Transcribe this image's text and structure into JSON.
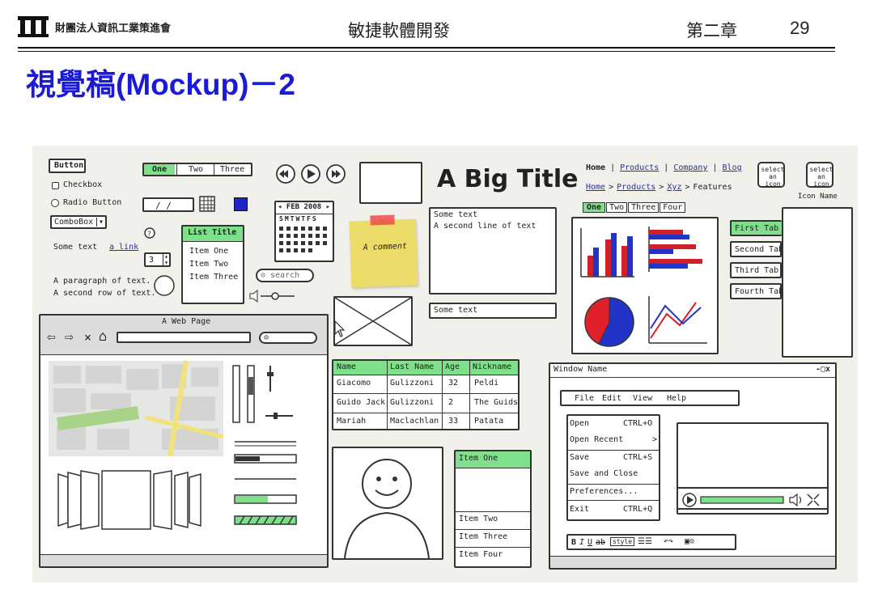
{
  "header": {
    "org": "財團法人資訊工業策進會",
    "center": "敏捷軟體開發",
    "chapter": "第二章",
    "page": "29"
  },
  "slide_title": "視覺稿(Mockup)－2",
  "mockup": {
    "button": "Button",
    "checkbox": "Checkbox",
    "radio": "Radio Button",
    "combobox": "ComboBox",
    "tabs_top": [
      "One",
      "Two",
      "Three"
    ],
    "date_value": "/ /",
    "calendar_month": "FEB 2008",
    "calendar_days": "SMTWTFS",
    "list_title": "List Title",
    "list_items": [
      "Item One",
      "Item Two",
      "Item Three"
    ],
    "some_text": "Some text",
    "a_link": "a link",
    "stepper_value": "3",
    "paragraph": [
      "A paragraph of text.",
      "A second row of text."
    ],
    "search_placeholder": "search",
    "comment": "A comment",
    "big_title": "A Big Title",
    "text_area": [
      "Some text",
      "A second line of text"
    ],
    "text_input": "Some text",
    "nav_links": [
      "Home",
      "Products",
      "Company",
      "Blog"
    ],
    "breadcrumb": [
      "Home",
      "Products",
      "Xyz",
      "Features"
    ],
    "icon_button_label": "select an icon",
    "icon_name": "Icon Name",
    "chart_tabs": [
      "One",
      "Two",
      "Three",
      "Four"
    ],
    "vertical_tabs": [
      "First Tab",
      "Second Tab",
      "Third Tab",
      "Fourth Tab"
    ],
    "browser_title": "A Web Page",
    "table": {
      "headers": [
        "Name",
        "Last Name",
        "Age",
        "Nickname"
      ],
      "rows": [
        [
          "Giacomo",
          "Gulizzoni",
          "32",
          "Peldi"
        ],
        [
          "Guido Jack",
          "Gulizzoni",
          "2",
          "The Guids"
        ],
        [
          "Mariah",
          "Maclachlan",
          "33",
          "Patata"
        ]
      ]
    },
    "accordion": [
      "Item One",
      "Item Two",
      "Item Three",
      "Item Four"
    ],
    "window_name": "Window Name",
    "window_controls": "-▢x",
    "menubar": [
      "File",
      "Edit",
      "View",
      "Help"
    ],
    "menu_items": [
      {
        "label": "Open",
        "shortcut": "CTRL+O"
      },
      {
        "label": "Open Recent",
        "shortcut": ">"
      },
      {
        "label": "Save",
        "shortcut": "CTRL+S"
      },
      {
        "label": "Save and Close",
        "shortcut": ""
      },
      {
        "label": "Preferences...",
        "shortcut": ""
      },
      {
        "label": "Exit",
        "shortcut": "CTRL+Q"
      }
    ],
    "rte_style": "style"
  }
}
